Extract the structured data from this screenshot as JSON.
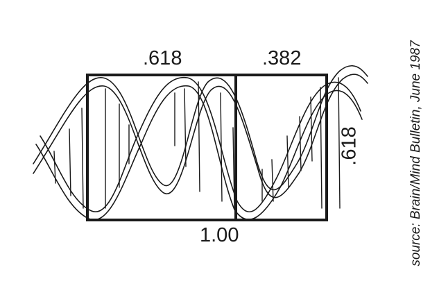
{
  "labels": {
    "top_left": ".618",
    "top_right": ".382",
    "bottom": "1.00",
    "side": ".618"
  },
  "source": "source: Brain/Mind Bulletin,  June 1987",
  "colors": {
    "ink": "#1a1a1a",
    "background": "#ffffff"
  },
  "icons": [
    "double-helix",
    "golden-rectangle"
  ]
}
